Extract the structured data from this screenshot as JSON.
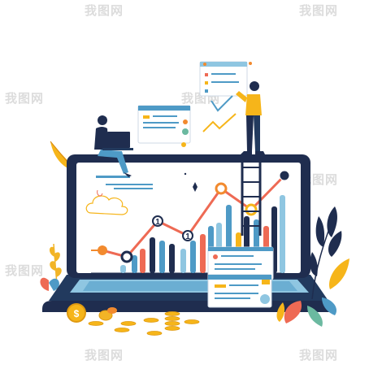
{
  "illustration": {
    "subject": "Business analytics illustration: laptop with rising bar and line chart, two people, coins and plants",
    "chart_markers": [
      "1",
      "1"
    ],
    "coin_symbol": "$",
    "colors": {
      "navy": "#1f2d4f",
      "blue": "#4e9ac6",
      "light_blue": "#8fc6e1",
      "coral": "#ee6a54",
      "orange": "#f28a2e",
      "yellow": "#f6b51a",
      "dark_teal": "#223a5e",
      "green": "#6bb9a0",
      "mustard": "#f2b426"
    }
  },
  "watermark": {
    "text": "我图网"
  }
}
